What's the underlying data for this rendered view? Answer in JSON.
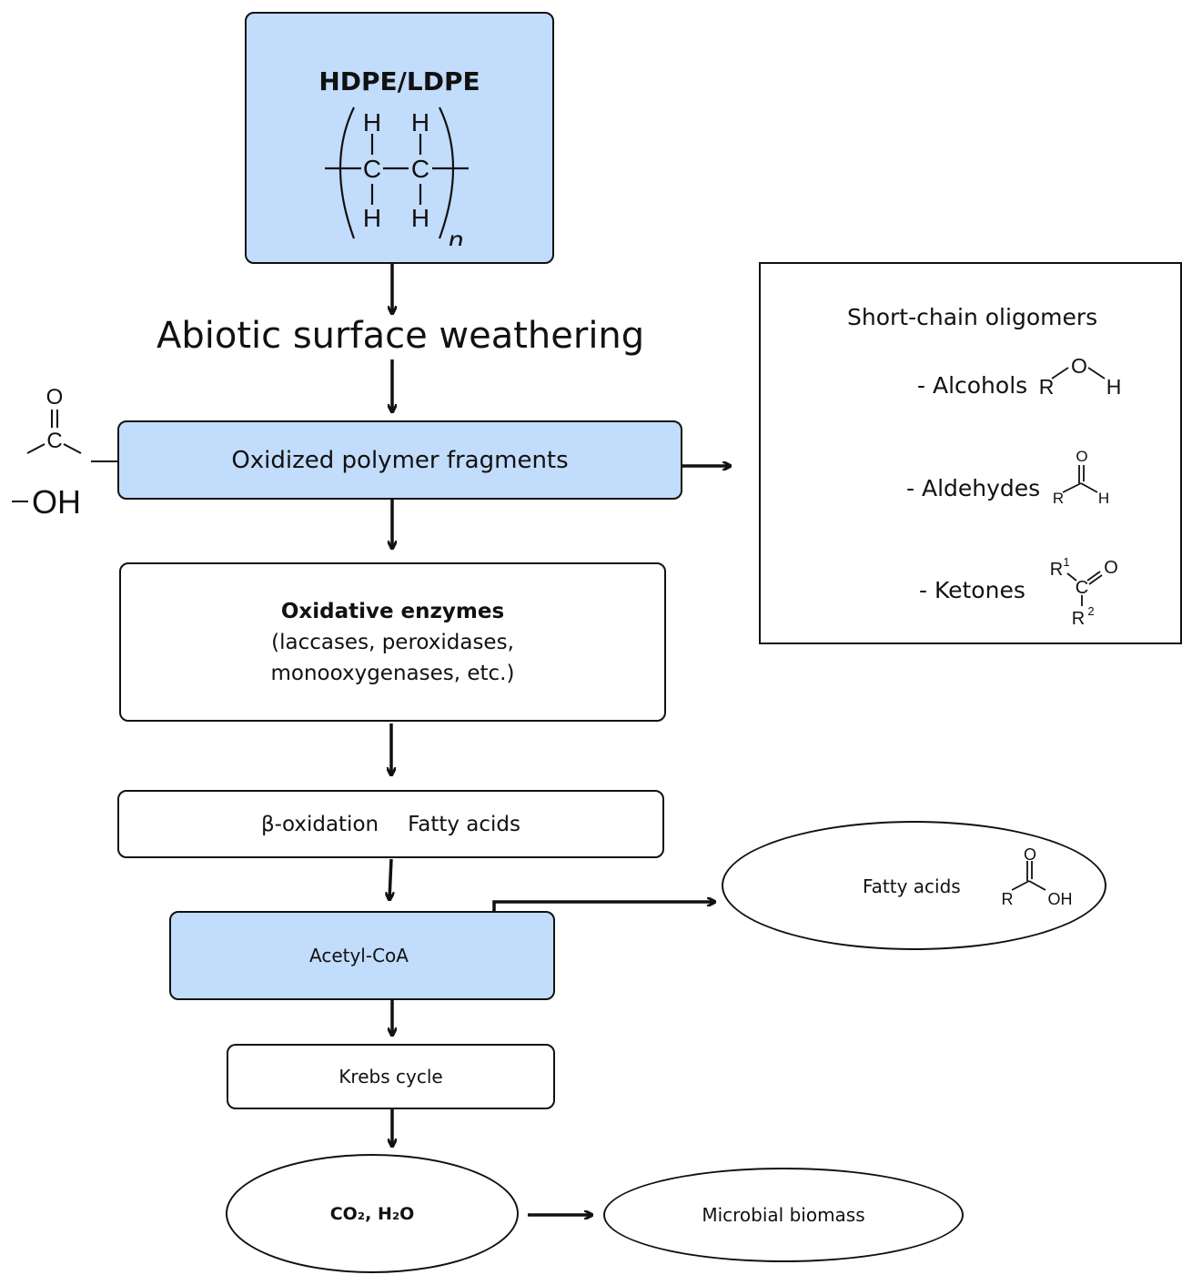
{
  "polymer": {
    "title": "HDPE/LDPE",
    "h": "H",
    "c": "C",
    "n": "n"
  },
  "step_weathering": "Abiotic surface weathering",
  "oxidized": {
    "label": "Oxidized polymer fragments",
    "carbonyl_o": "O",
    "carbonyl_c": "C",
    "hydroxyl": "OH"
  },
  "enzymes": {
    "title": "Oxidative enzymes",
    "line1": "(laccases, peroxidases,",
    "line2": "monooxygenases, etc.)"
  },
  "beta": {
    "left": "β-oxidation",
    "right": "Fatty acids"
  },
  "acetyl": "Acetyl-CoA",
  "krebs": "Krebs cycle",
  "co2": {
    "text": "CO₂, H₂O"
  },
  "biomass": "Microbial biomass",
  "oligomers": {
    "title": "Short-chain oligomers",
    "alcohols": "- Alcohols",
    "aldehydes": "- Aldehydes",
    "ketones": "- Ketones",
    "r": "R",
    "o": "O",
    "h": "H",
    "c": "C",
    "r1": "R",
    "r1_sup": "1",
    "r2": "R",
    "r2_sup": "2"
  },
  "fatty_ellipse": {
    "label": "Fatty acids",
    "r": "R",
    "o": "O",
    "oh": "OH"
  },
  "colors": {
    "blue_fill": "#c2dcfb",
    "stroke": "#111111"
  }
}
